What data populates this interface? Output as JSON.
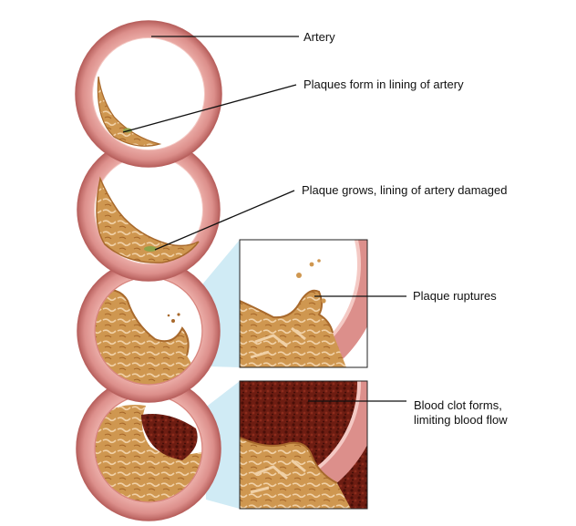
{
  "labels": {
    "artery": "Artery",
    "plaque_form": "Plaques form in lining of artery",
    "plaque_grow": "Plaque grows, lining of artery damaged",
    "plaque_rupture": "Plaque ruptures",
    "clot_line1": "Blood clot forms,",
    "clot_line2": "limiting blood flow"
  },
  "colors": {
    "artery_wall": "#e29a97",
    "artery_wall_dark": "#b9625f",
    "lumen": "#ffffff",
    "plaque": "#cf9750",
    "plaque_dark": "#a8692c",
    "plaque_light": "#f0d0a6",
    "clot": "#6e1d12",
    "clot_dark": "#4a0f08",
    "callout_bg": "#c8e7f3"
  }
}
